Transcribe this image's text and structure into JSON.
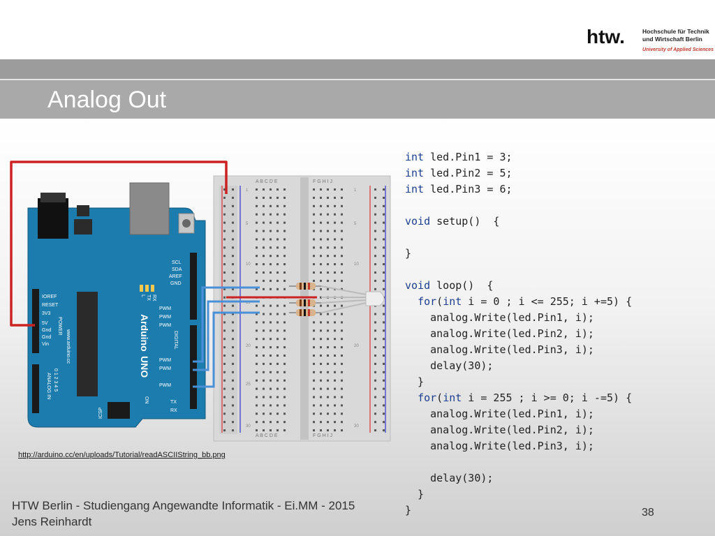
{
  "header": {
    "title": "Analog Out",
    "logo": {
      "mark": "htw.",
      "line1": "Hochschule für Technik",
      "line2": "und Wirtschaft Berlin",
      "tagline": "University of Applied Sciences"
    }
  },
  "figure": {
    "link": "http://arduino.cc/en/uploads/Tutorial/readASCIIString_bb.png",
    "board": {
      "name": "Arduino",
      "model": "UNO",
      "site": "www.arduino.cc",
      "left_header": [
        "IOREF",
        "RESET",
        "3V3",
        "5V",
        "Gnd",
        "Gnd",
        "Vin"
      ],
      "power_label": "POWER",
      "analog_label": "ANALOG IN",
      "analog_pins": "0 1 2 3 4 5",
      "top_header": [
        "SCL",
        "SDA",
        "AREF",
        "GND"
      ],
      "pwm_labels": [
        "PWM",
        "PWM",
        "PWM",
        "PWM",
        "PWM",
        "PWM"
      ],
      "digital_label": "DIGITAL",
      "tx": "TX",
      "rx": "RX",
      "icsp": "ICSP",
      "on": "ON",
      "led_l": "L",
      "led_tx": "TX",
      "led_rx": "RX"
    },
    "breadboard": {
      "columns_left": "A B C D E",
      "columns_right": "F G H I J",
      "row_numbers": [
        "1",
        "5",
        "10",
        "15",
        "20",
        "25",
        "30"
      ]
    }
  },
  "code": {
    "lines": [
      "int led.Pin1 = 3;",
      "int led.Pin2 = 5;",
      "int led.Pin3 = 6;",
      "",
      "void setup()  {",
      "",
      "}",
      "",
      "void loop()  {",
      "  for(int i = 0 ; i <= 255; i +=5) {",
      "    analog.Write(led.Pin1, i);",
      "    analog.Write(led.Pin2, i);",
      "    analog.Write(led.Pin3, i);",
      "    delay(30);",
      "  }",
      "  for(int i = 255 ; i >= 0; i -=5) {",
      "    analog.Write(led.Pin1, i);",
      "    analog.Write(led.Pin2, i);",
      "    analog.Write(led.Pin3, i);",
      "",
      "    delay(30);",
      "  }",
      "}"
    ]
  },
  "footer": {
    "line1": "HTW Berlin - Studiengang Angewandte Informatik - Ei.MM - 2015",
    "line2": "Jens Reinhardt",
    "page": "38"
  },
  "colors": {
    "band_dark": "#9c9c9c",
    "band_title": "#a9a9a9",
    "board_blue": "#1d7cae",
    "wire_red": "#cc2222",
    "wire_blue": "#4a90d9",
    "keyword": "#1b3f8f"
  }
}
